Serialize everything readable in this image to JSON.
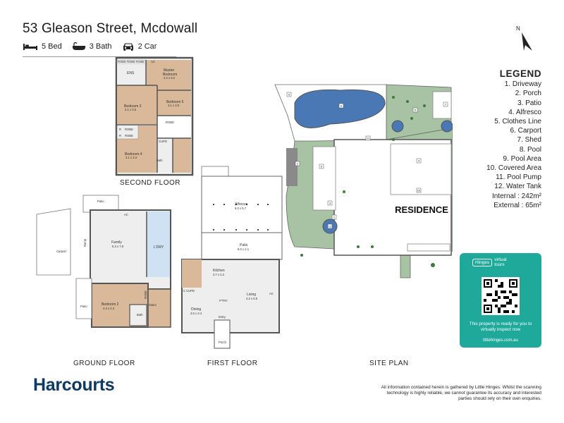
{
  "property": {
    "address": "53 Gleason Street, Mcdowall",
    "beds": "5 Bed",
    "baths": "3 Bath",
    "cars": "2 Car"
  },
  "compass": {
    "north": "N"
  },
  "labels": {
    "second_floor": "SECOND FLOOR",
    "ground_floor": "GROUND FLOOR",
    "first_floor": "FIRST FLOOR",
    "site_plan": "SITE PLAN",
    "residence": "RESIDENCE"
  },
  "second_floor_rooms": {
    "robe_row": "ROBE ROBE ROBE",
    "ac": "AC",
    "ens": "ENS",
    "master": "Master",
    "master2": "Bedroom",
    "master_dim": "4.2 x 5.0",
    "bed3": "Bedroom 3",
    "bed3_dim": "3.1 x 3.6",
    "bed5": "Bedroom 5",
    "bed5_dim": "3.1 x 3.0",
    "robe": "ROBE",
    "r1": "R",
    "robe_a": "ROBE",
    "r2": "R",
    "robe_b": "ROBE",
    "cupd": "CUPD",
    "bed4": "Bedroom 4",
    "bed4_dim": "3.1 x 3.4",
    "bath": "Bath"
  },
  "ground_floor_rooms": {
    "patio_top": "Patio",
    "ac": "AC",
    "carport": "Carport",
    "ramp": "Ramp",
    "family": "Family",
    "family_dim": "5.3 x 7.8",
    "laundry": "L'DRY",
    "bed2": "Bedroom 2",
    "bed2_dim": "4.4 x 4.3",
    "robe": "ROBE",
    "stairs": "Stairs",
    "bath": "Bath",
    "patio_left": "Patio"
  },
  "first_floor_rooms": {
    "alfresco": "Alfresco",
    "alfresco_dim": "8.0 x 5.7",
    "patio": "Patio",
    "patio_dim": "8.0 x 2.1",
    "kitchen": "Kitchen",
    "kitchen_dim": "3.7 x 4.2",
    "cupd": "C CUPD",
    "living": "Living",
    "living_dim": "4.2 x 6.8",
    "dining": "Dining",
    "dining_dim": "3.5 x 3.4",
    "pantry": "P'TRY",
    "entry": "Entry",
    "porch": "Porch",
    "ac": "AC"
  },
  "site_markers": [
    "1",
    "2",
    "3",
    "4",
    "5",
    "6",
    "7",
    "8",
    "9",
    "10",
    "11",
    "12"
  ],
  "legend": {
    "title": "LEGEND",
    "items": [
      "1. Driveway",
      "2. Porch",
      "3. Patio",
      "4. Alfresco",
      "5. Clothes Line",
      "6. Carport",
      "7. Shed",
      "8. Pool",
      "9. Pool Area",
      "10. Covered Area",
      "11. Pool Pump",
      "12. Water Tank"
    ],
    "internal": "Internal  : 242m²",
    "external": "External :  65m²"
  },
  "virtual_tour": {
    "logo_box": "Hinges",
    "logo_text_1": "virtual",
    "logo_text_2": "tours",
    "message": "This property is ready for you to virtually inspect now",
    "url": "littlehinges.com.au"
  },
  "brand": {
    "name": "Harcourts"
  },
  "disclaimer": "All information contained herein is gathered by Little Hinges. Whilst the scanning technology is highly reliable, we cannot guarantee its accuracy and interested parties should rely on their own enquiries.",
  "colors": {
    "brand": "#0e3a62",
    "card": "#1ea99a",
    "lawn": "#a8c2a4",
    "pool": "#4a78b5",
    "floor_wood": "#d9b99a",
    "floor_tile": "#eeeeee",
    "laundry": "#cfe2f3"
  }
}
